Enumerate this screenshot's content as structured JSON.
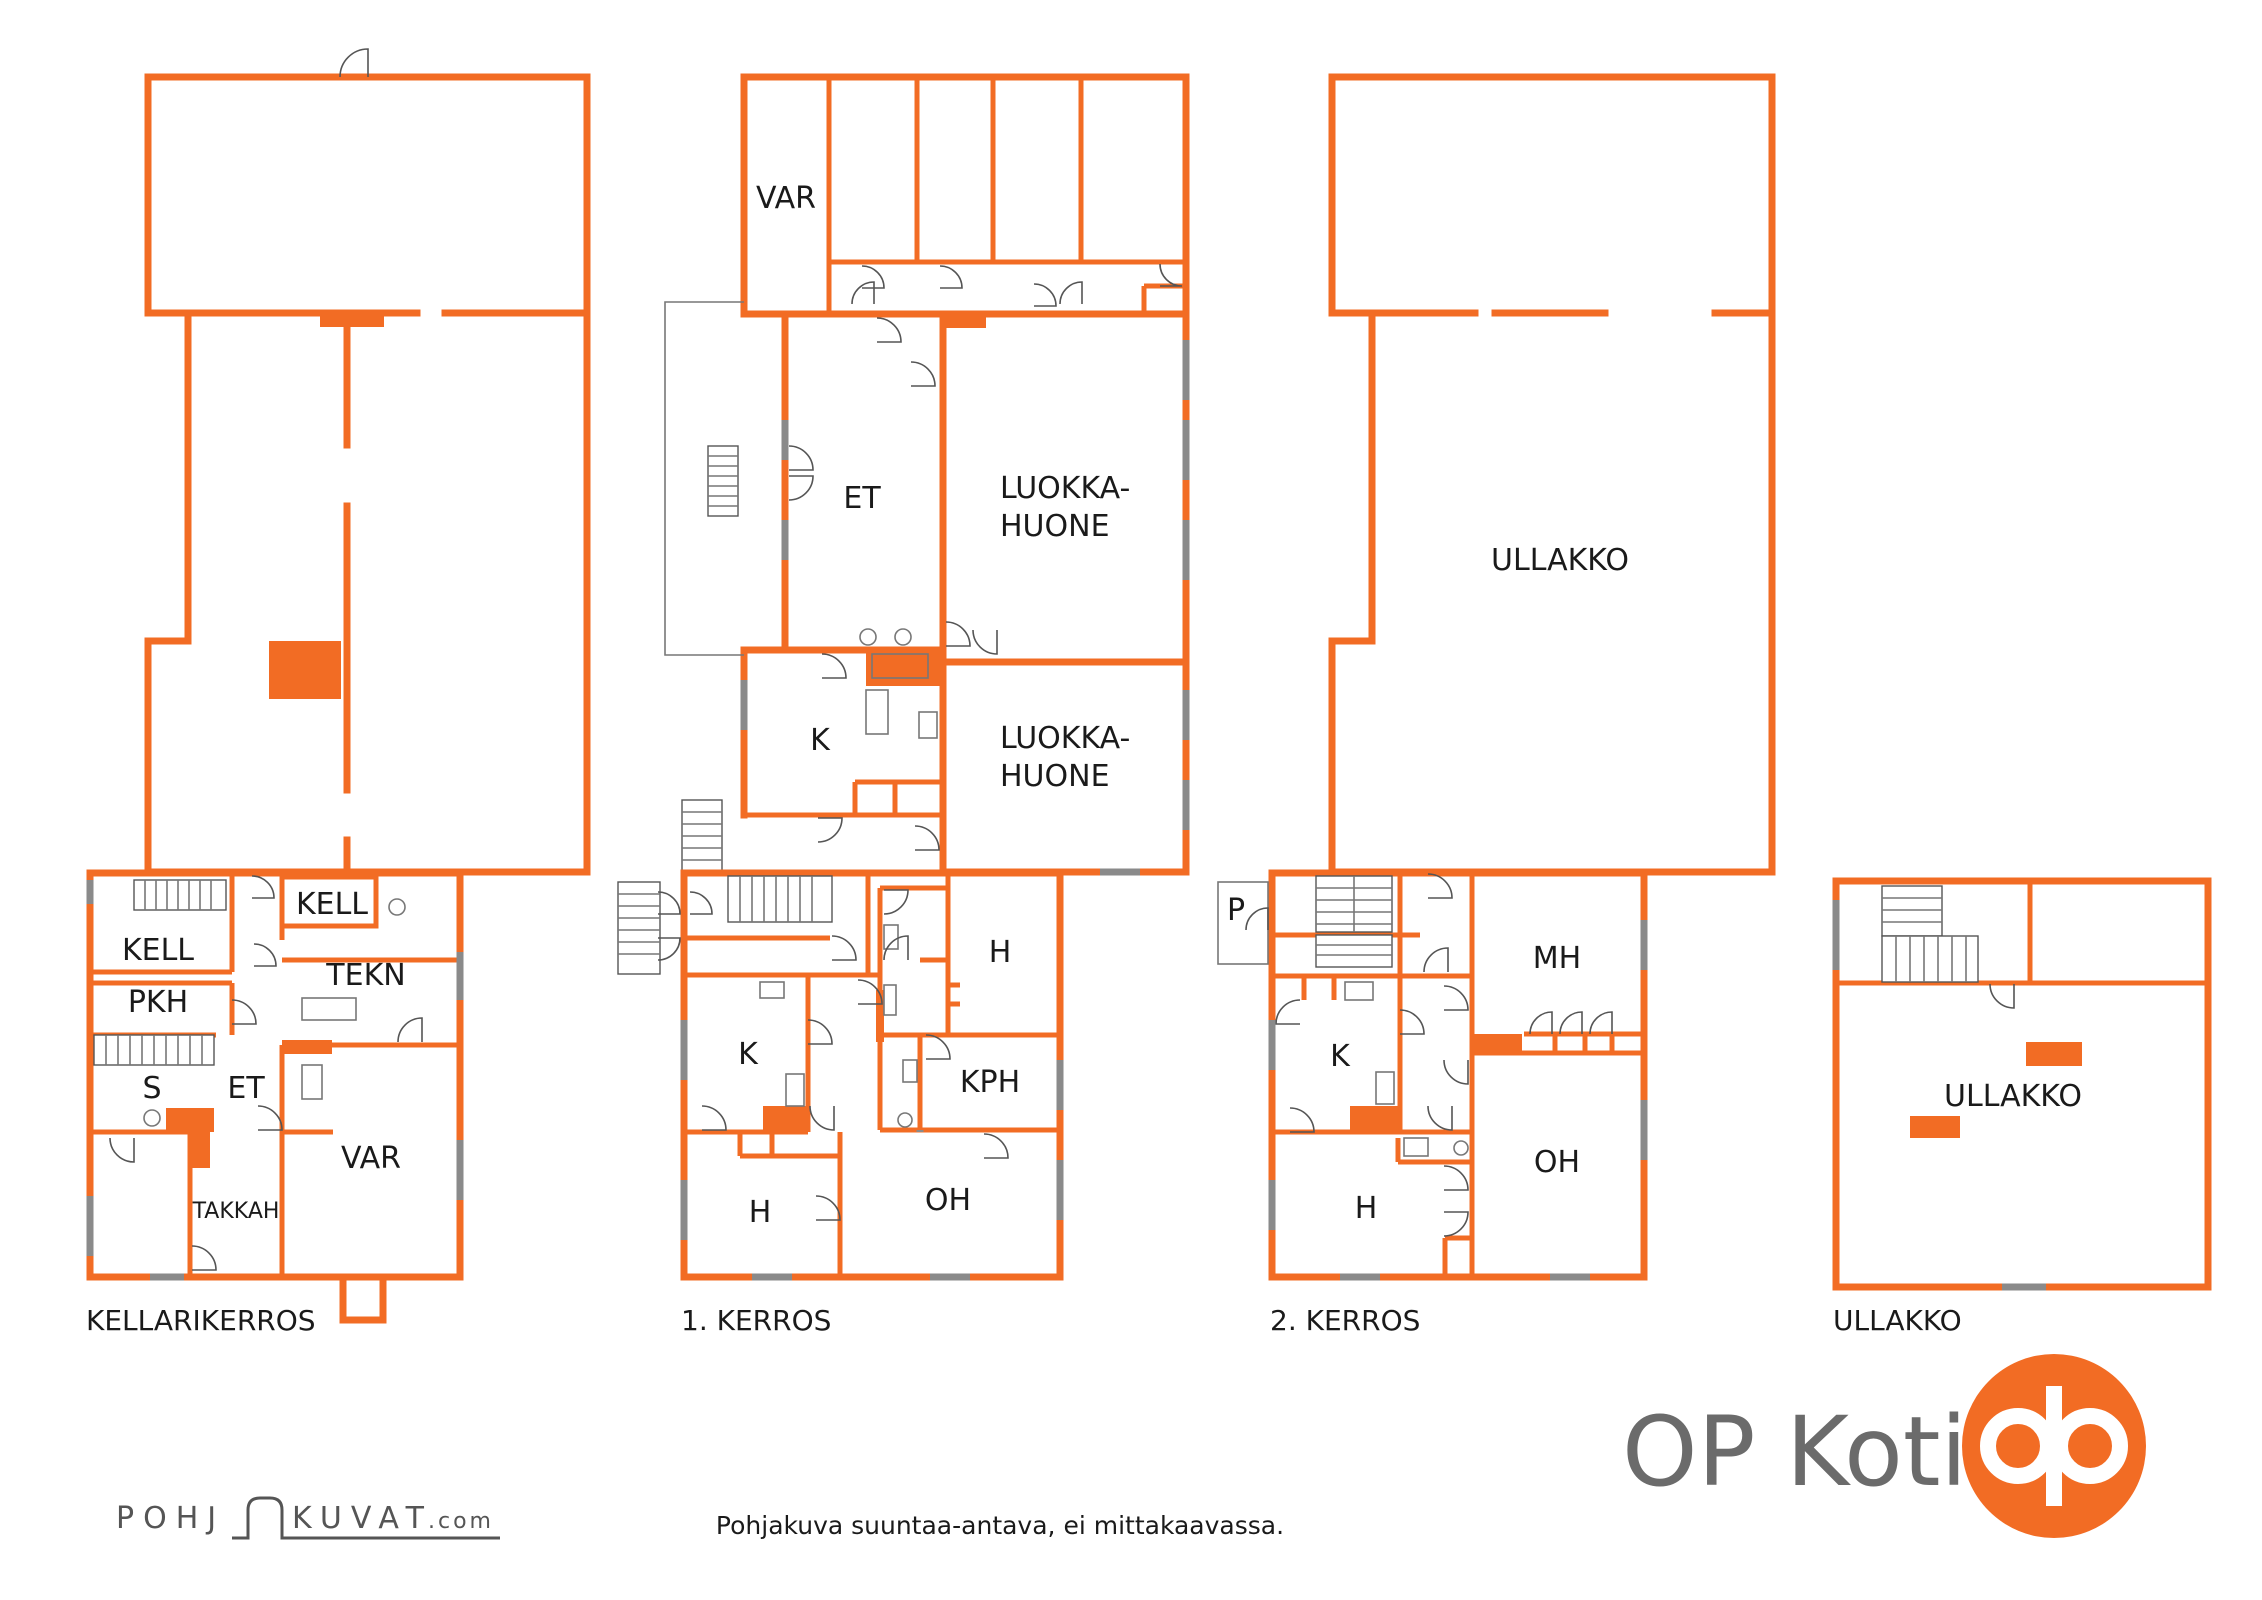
{
  "floors": {
    "basement": {
      "label": "KELLARIKERROS",
      "rooms": {
        "kell1": "KELL",
        "kell2": "KELL",
        "tekn": "TEKN",
        "pkh": "PKH",
        "s": "S",
        "et": "ET",
        "var": "VAR",
        "takkah": "TAKKAH"
      }
    },
    "first": {
      "label": "1. KERROS",
      "rooms": {
        "var": "VAR",
        "et": "ET",
        "luokka1_a": "LUOKKA-",
        "luokka1_b": "HUONE",
        "k_upper": "K",
        "luokka2_a": "LUOKKA-",
        "luokka2_b": "HUONE",
        "h_right": "H",
        "k_lower": "K",
        "kph": "KPH",
        "h_lower": "H",
        "oh": "OH"
      }
    },
    "second": {
      "label": "2. KERROS",
      "rooms": {
        "ullakko": "ULLAKKO",
        "p": "P",
        "mh": "MH",
        "k": "K",
        "h": "H",
        "oh": "OH"
      }
    },
    "attic": {
      "label": "ULLAKKO",
      "rooms": {
        "ullakko": "ULLAKKO"
      }
    }
  },
  "footer": {
    "note": "Pohjakuva suuntaa-antava, ei mittakaavassa.",
    "credit_left": "POHJ",
    "credit_right": "KUVAT",
    "credit_domain": ".com"
  },
  "brand": {
    "name": "OP Koti",
    "accent_color": "#f26c24"
  }
}
